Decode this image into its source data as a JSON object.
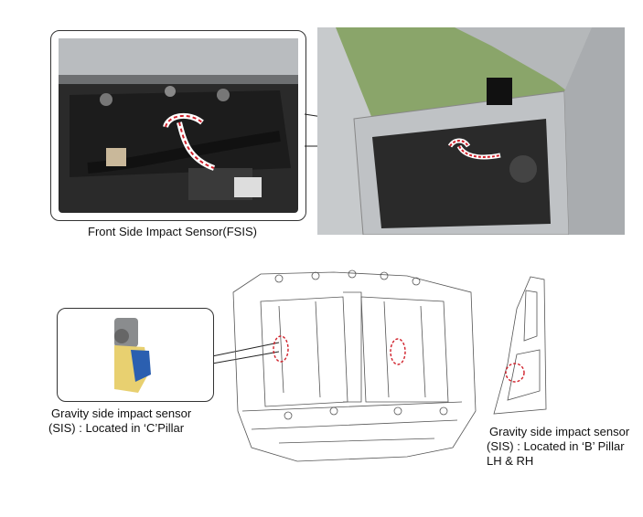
{
  "fsis": {
    "caption": "Front Side Impact Sensor(FSIS)"
  },
  "sis_c": {
    "line1": "Gravity side impact sensor",
    "line2": "(SIS) : Located in ‘C’Pillar"
  },
  "sis_b": {
    "line1": "Gravity side impact sensor",
    "line2": "(SIS) : Located in ‘B’ Pillar",
    "line3": "LH & RH"
  },
  "colors": {
    "marker": "#d0202a",
    "photo_bg": "#8aa56a"
  }
}
